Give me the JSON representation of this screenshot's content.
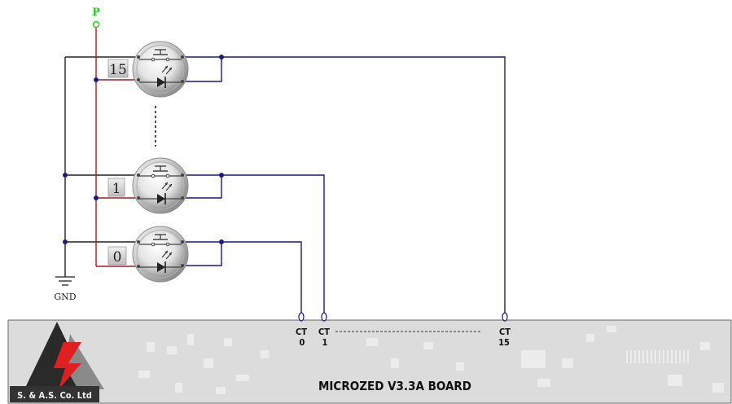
{
  "power": {
    "label": "P",
    "color": "#22cc22"
  },
  "ground": {
    "label": "GND"
  },
  "buttons": [
    {
      "id": "15",
      "label": "15"
    },
    {
      "id": "1",
      "label": "1"
    },
    {
      "id": "0",
      "label": "0"
    }
  ],
  "board": {
    "title": "MICROZED V3.3A BOARD",
    "logo_text": "S. & A.S. Co. Ltd",
    "terminals": [
      {
        "line1": "CT",
        "line2": "0"
      },
      {
        "line1": "CT",
        "line2": "1"
      },
      {
        "line1": "CT",
        "line2": "15"
      }
    ]
  },
  "colors": {
    "ground_wire": "#222222",
    "power_wire": "#9a2020",
    "signal_wire": "#1a1a6e",
    "node": "#1a1a80",
    "board_bg": "#dcdcdc"
  }
}
